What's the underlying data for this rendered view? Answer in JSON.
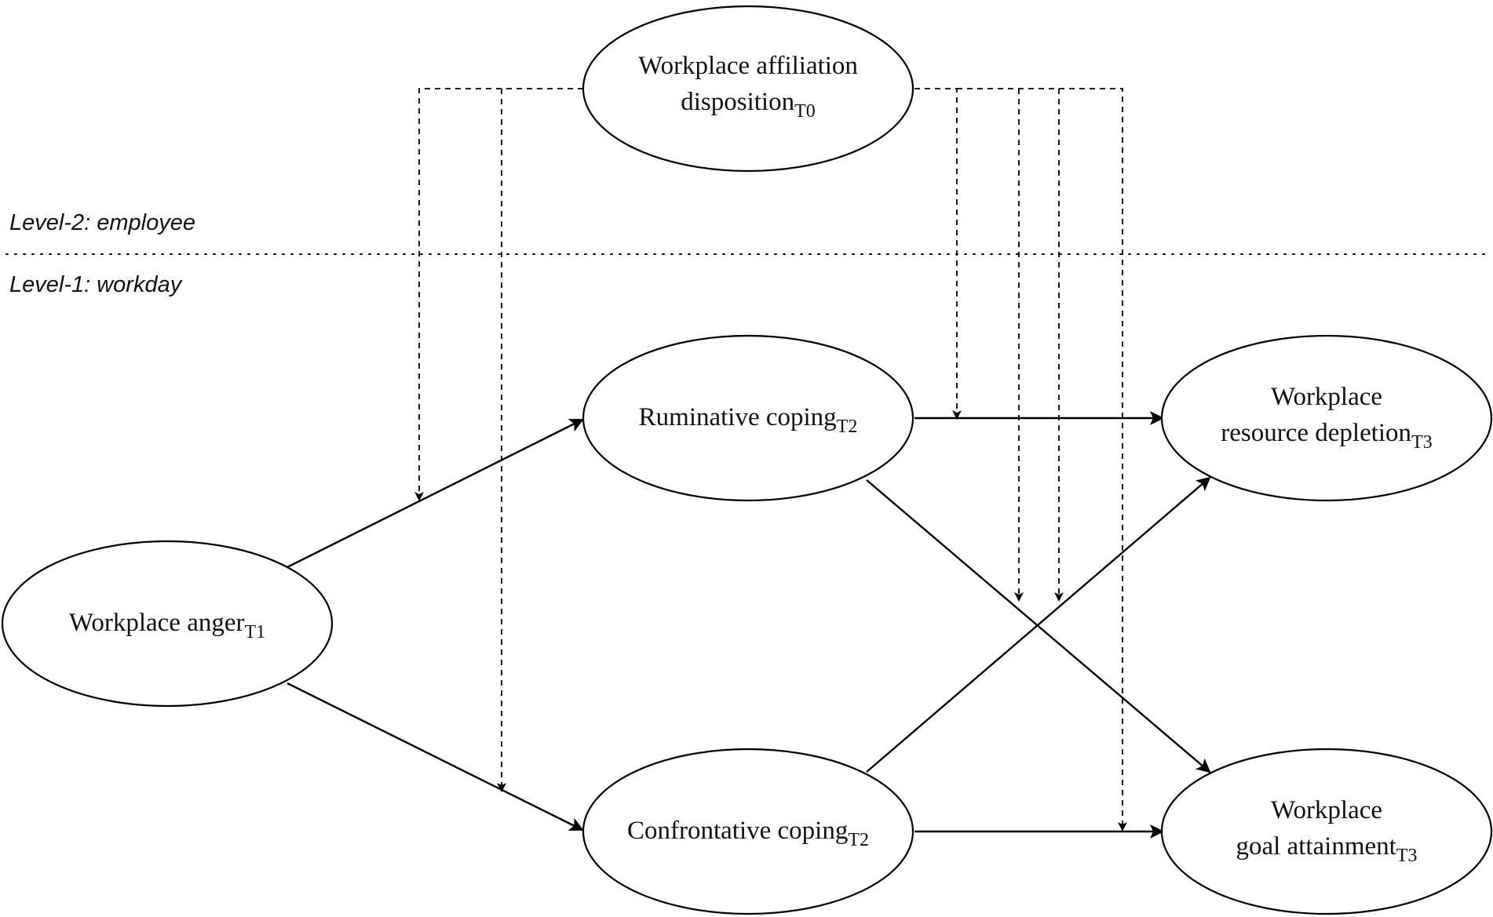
{
  "levels": {
    "level2": "Level-2: employee",
    "level1": "Level-1: workday"
  },
  "nodes": {
    "affiliation": {
      "line1": "Workplace affiliation",
      "line2": "disposition",
      "sub": "T0"
    },
    "anger": {
      "line1": "Workplace anger",
      "sub": "T1"
    },
    "ruminative": {
      "line1": "Ruminative coping",
      "sub": "T2"
    },
    "confrontative": {
      "line1": "Confrontative coping",
      "sub": "T2"
    },
    "depletion": {
      "line1": "Workplace",
      "line2": "resource depletion",
      "sub": "T3"
    },
    "goal": {
      "line1": "Workplace",
      "line2": "goal attainment",
      "sub": "T3"
    }
  },
  "edges": {
    "solid": [
      {
        "from": "anger",
        "to": "ruminative"
      },
      {
        "from": "anger",
        "to": "confrontative"
      },
      {
        "from": "ruminative",
        "to": "depletion"
      },
      {
        "from": "ruminative",
        "to": "goal"
      },
      {
        "from": "confrontative",
        "to": "depletion"
      },
      {
        "from": "confrontative",
        "to": "goal"
      }
    ],
    "moderation": [
      {
        "from": "affiliation",
        "moderates": "anger-ruminative"
      },
      {
        "from": "affiliation",
        "moderates": "anger-confrontative"
      },
      {
        "from": "affiliation",
        "moderates": "ruminative-depletion"
      },
      {
        "from": "affiliation",
        "moderates": "ruminative-goal"
      },
      {
        "from": "affiliation",
        "moderates": "confrontative-depletion"
      },
      {
        "from": "affiliation",
        "moderates": "confrontative-goal"
      }
    ]
  }
}
